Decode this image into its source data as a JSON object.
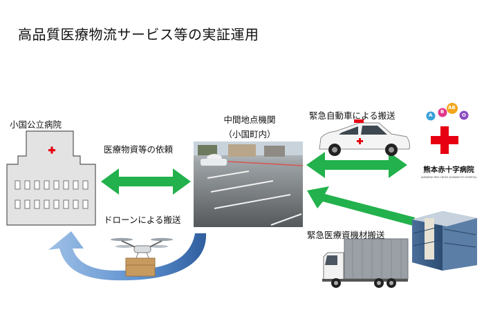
{
  "title": "高品質医療物流サービス等の実証運用",
  "nodes": {
    "hospital_small": {
      "label": "小国公立病院"
    },
    "relay_point": {
      "label_line1": "中間地点機関",
      "label_line2": "（小国町内）"
    },
    "red_cross": {
      "label": "熊本赤十字病院",
      "sub_label": "JAPANESE RED CROSS KUMAMOTO HOSPITAL",
      "logo_letters": [
        "A",
        "B",
        "AB",
        "O"
      ]
    }
  },
  "edges": {
    "request": {
      "label": "医療物資等の依頼"
    },
    "drone": {
      "label": "ドローンによる搬送"
    },
    "emergency_car": {
      "label": "緊急自動車による搬送"
    },
    "supplies_truck": {
      "label": "緊急医療資機材搬送"
    }
  },
  "colors": {
    "arrow_green": "#22b14c",
    "drone_arrow_blue": "#3a6fb0",
    "red_cross": "#e60012",
    "building_outline": "#555555"
  }
}
